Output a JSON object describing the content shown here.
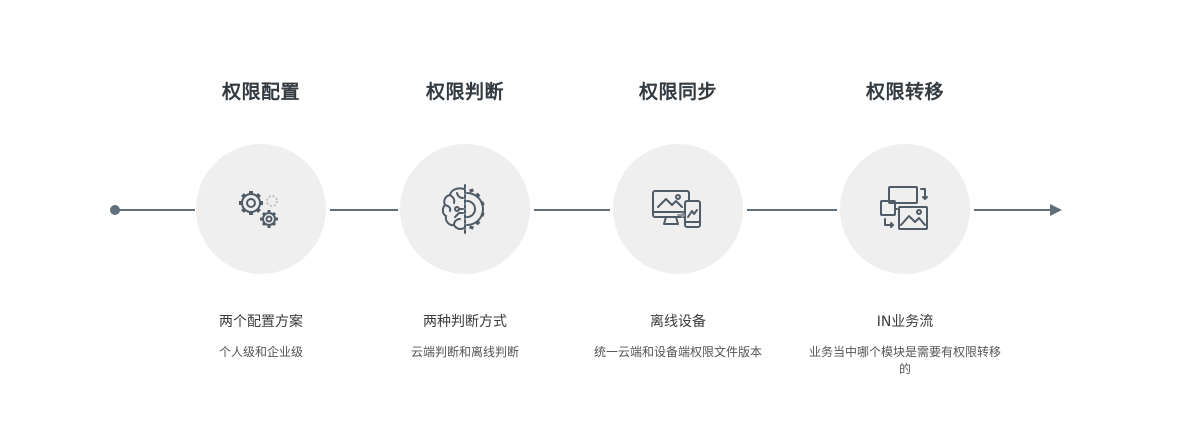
{
  "steps": [
    {
      "title": "权限配置",
      "icon": "gears-icon",
      "subtitle": "两个配置方案",
      "description": "个人级和企业级"
    },
    {
      "title": "权限判断",
      "icon": "brain-gear-icon",
      "subtitle": "两种判断方式",
      "description": "云端判断和离线判断"
    },
    {
      "title": "权限同步",
      "icon": "device-sync-icon",
      "subtitle": "离线设备",
      "description": "统一云端和设备端权限文件版本"
    },
    {
      "title": "权限转移",
      "icon": "transfer-icon",
      "subtitle": "IN业务流",
      "description": "业务当中哪个模块是需要有权限转移的"
    }
  ],
  "colors": {
    "line": "#5f6f7b",
    "circle": "#efefef",
    "icon": "#4f5b66"
  }
}
